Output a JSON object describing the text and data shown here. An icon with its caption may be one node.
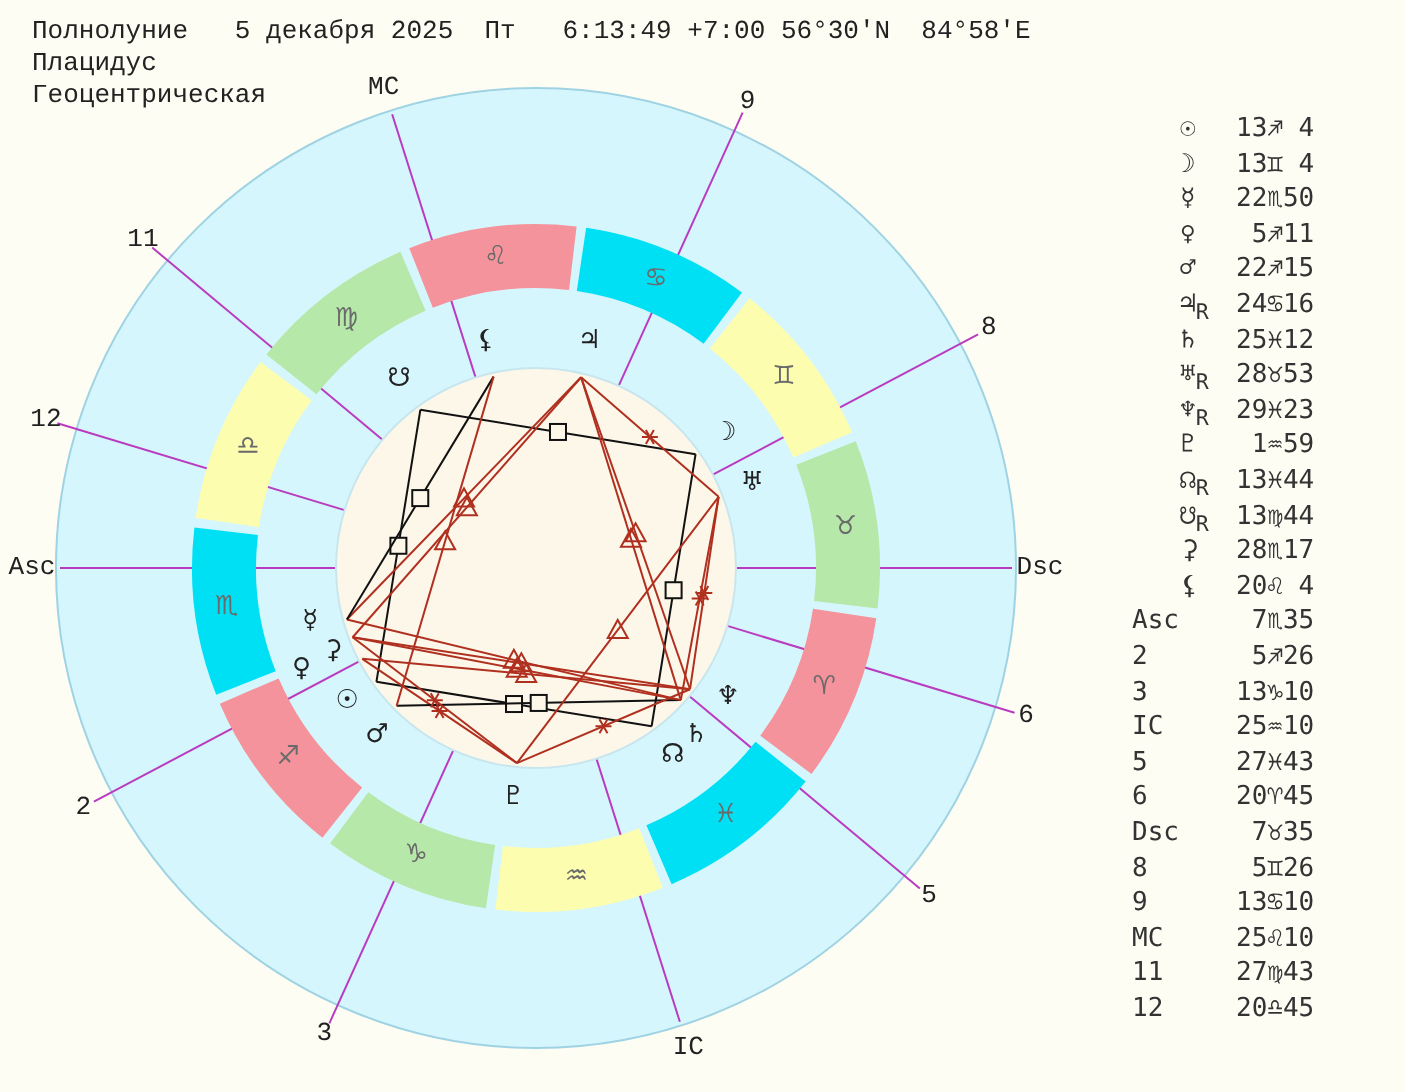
{
  "diagram": {
    "labels": [
      "Полнолуние   5 декабря 2025  Пт   6:13:49 +7:00 56°30'N  84°58'E",
      "Плацидус",
      "Геоцентрическая",
      "MC",
      "9",
      "11",
      "8",
      "12",
      "Asc",
      "Dsc",
      "2",
      "6",
      "5",
      "3",
      "IC",
      "♈",
      "♉",
      "♊",
      "♋",
      "♌",
      "♍",
      "♎",
      "♏",
      "♐",
      "♑",
      "♒",
      "♓",
      "☉",
      "☽",
      "☿",
      "♀",
      "♂",
      "♃",
      "♄",
      "♅",
      "♆",
      "♇",
      "☊",
      "☋",
      "⚳",
      "⚸",
      "☉",
      "13♐ 4",
      "☽",
      "13♊ 4",
      "☿",
      "22♏50",
      "♀",
      " 5♐11",
      "♂",
      "22♐15",
      "♃$_{R}$",
      "24♋16",
      "♄",
      "25♓12",
      "♅$_{R}$",
      "28♉53",
      "♆$_{R}$",
      "29♓23",
      "♇",
      " 1♒59",
      "☊$_{R}$",
      "13♓44",
      "☋$_{R}$",
      "13♍44",
      "⚳",
      "28♏17",
      "⚸",
      "20♌ 4",
      "Asc",
      " 7♏35",
      "2",
      " 5♐26",
      "3",
      "13♑10",
      "IC",
      "25♒10",
      "5",
      "27♓43",
      "6",
      "20♈45",
      "Dsc",
      " 7♉35",
      "8",
      " 5♊26",
      "9",
      "13♋10",
      "MC",
      "25♌10",
      "11",
      "27♍43",
      "12",
      "20♎45"
    ]
  }
}
